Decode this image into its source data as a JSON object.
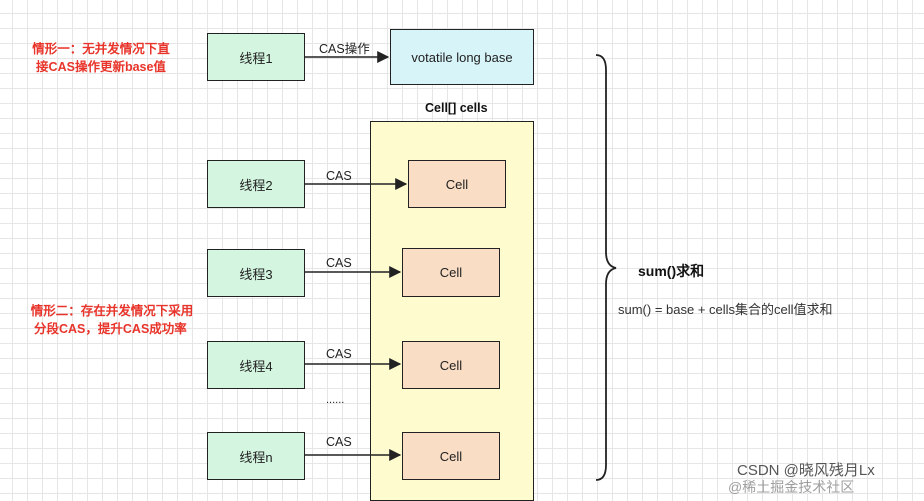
{
  "notes": {
    "scenario1_line1": "情形一：无并发情况下直",
    "scenario1_line2": "接CAS操作更新base值",
    "scenario2_line1": "情形二：存在并发情况下采用",
    "scenario2_line2": "分段CAS，提升CAS成功率"
  },
  "threads": [
    "线程1",
    "线程2",
    "线程3",
    "线程4",
    "线程n"
  ],
  "base_label": "votatile long base",
  "cas_op_label": "CAS操作",
  "cas_label": "CAS",
  "cells_title": "Cell[] cells",
  "cell_label": "Cell",
  "ellipsis": "......",
  "sum_title": "sum()求和",
  "sum_formula": "sum() = base + cells集合的cell值求和",
  "watermark": "CSDN @晓风残月Lx",
  "watermark_partial": "@稀土掘金技术社区"
}
